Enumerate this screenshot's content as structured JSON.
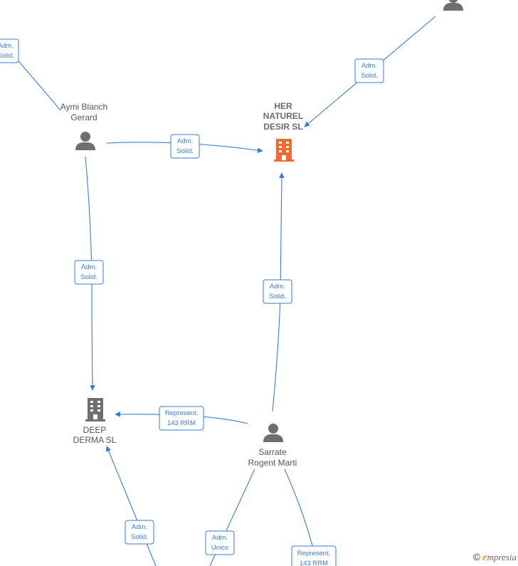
{
  "nodes": {
    "aymi": {
      "label_lines": [
        "Aymi Blanch",
        "Gerard"
      ],
      "type": "person"
    },
    "her": {
      "label_lines": [
        "HER",
        "NATUREL",
        "DESIR  SL"
      ],
      "type": "company-highlight"
    },
    "deep": {
      "label_lines": [
        "DEEP",
        "DERMA  SL"
      ],
      "type": "company"
    },
    "sarrate": {
      "label_lines": [
        "Sarrate",
        "Rogent Marti"
      ],
      "type": "person"
    },
    "top_right": {
      "label_lines": [],
      "type": "person"
    }
  },
  "edges": {
    "e_left_cut": [
      "Adm.",
      "Solid."
    ],
    "e_topright_her": [
      "Adm.",
      "Solid."
    ],
    "e_aymi_her": [
      "Adm.",
      "Solid."
    ],
    "e_aymi_deep": [
      "Adm.",
      "Solid."
    ],
    "e_sarrate_her": [
      "Adm.",
      "Solid."
    ],
    "e_sarrate_deep": [
      "Represent.",
      "143 RRM"
    ],
    "e_bottom_deep": [
      "Adm.",
      "Solid."
    ],
    "e_sarrate_bottom_a": [
      "Adm.",
      "Unico"
    ],
    "e_sarrate_bottom_b": [
      "Represent.",
      "143 RRM"
    ]
  },
  "colors": {
    "edge": "#3a7bd5",
    "person_icon": "#6f6f6f",
    "company_icon": "#6f6f6f",
    "highlight_company_icon": "#f26a32"
  },
  "watermark": {
    "copyright": "©",
    "brand_initial": "e",
    "brand_rest": "mpresia"
  }
}
